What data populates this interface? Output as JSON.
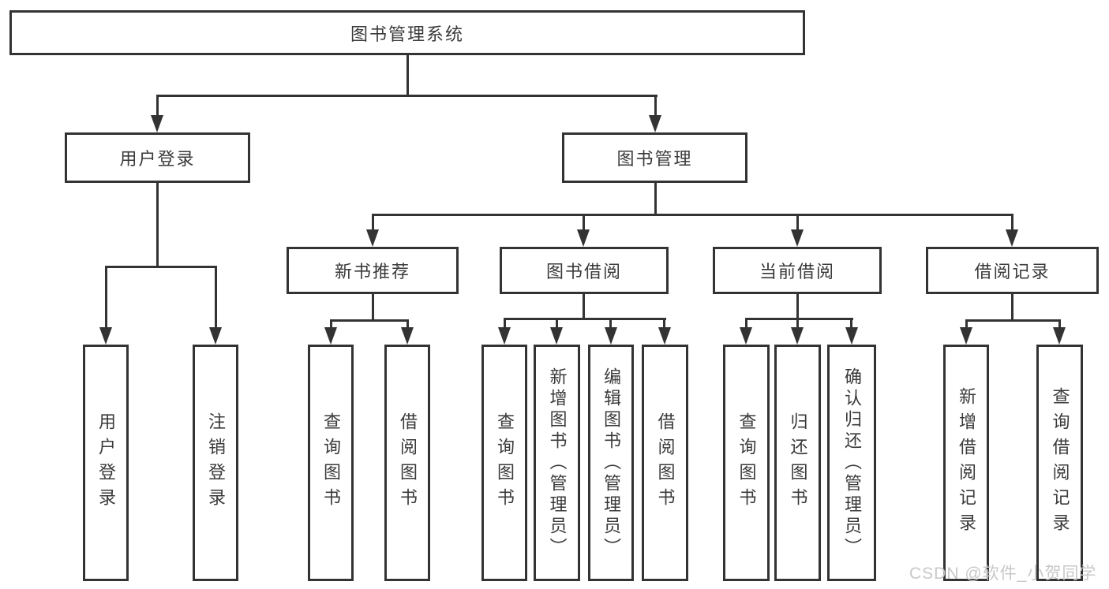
{
  "diagram": {
    "root": {
      "label": "图书管理系统"
    },
    "level1": [
      {
        "label": "用户登录"
      },
      {
        "label": "图书管理"
      }
    ],
    "level2": [
      {
        "label": "新书推荐"
      },
      {
        "label": "图书借阅"
      },
      {
        "label": "当前借阅"
      },
      {
        "label": "借阅记录"
      }
    ],
    "leaves": {
      "user_login": [
        "用户登录",
        "注销登录"
      ],
      "new_books": [
        "查询图书",
        "借阅图书"
      ],
      "book_borrow": [
        "查询图书",
        "新增图书（管理员）",
        "编辑图书（管理员）",
        "借阅图书"
      ],
      "current_borrow": [
        "查询图书",
        "归还图书",
        "确认归还（管理员）"
      ],
      "borrow_records": [
        "新增借阅记录",
        "查询借阅记录"
      ]
    }
  },
  "watermark": "CSDN @软件_小贺同学",
  "colors": {
    "line": "#333333",
    "text": "#3a3a3a",
    "wm": "#c8c8c8",
    "bg": "#ffffff"
  }
}
